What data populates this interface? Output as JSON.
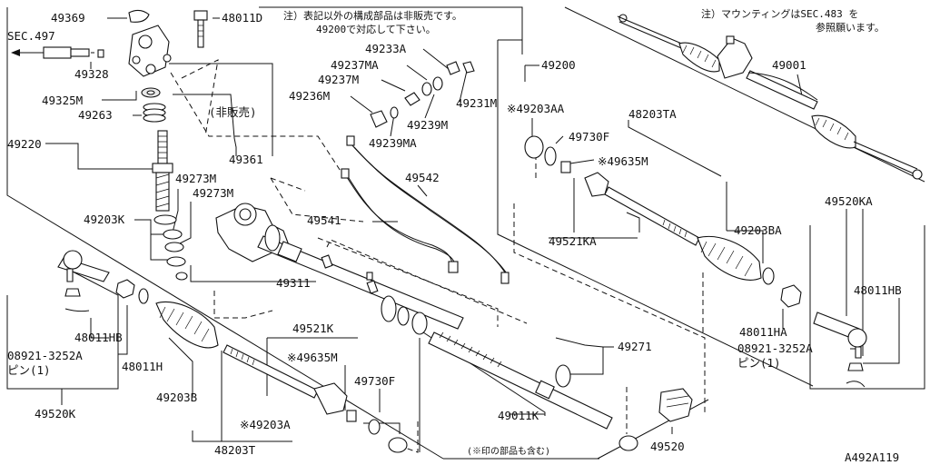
{
  "diagram": {
    "notes": {
      "main_1": "注）表記以外の構成部品は非販売です。",
      "main_2": "49200で対応して下さい。",
      "mount_1": "注）マウンティングはSEC.483 を",
      "mount_2": "参照願います。"
    },
    "labels": {
      "p49369": "49369",
      "p48011D": "48011D",
      "sec497": "SEC.497",
      "p49328": "49328",
      "p49325M": "49325M",
      "p49263": "49263",
      "p49220": "49220",
      "p49233A": "49233A",
      "p49237MA": "49237MA",
      "p49237M": "49237M",
      "p49236M": "49236M",
      "p49231M": "49231M",
      "p49239M": "49239M",
      "p49239MA": "49239MA",
      "hihanbai": "(非販売)",
      "p49361": "49361",
      "p49273M_1": "49273M",
      "p49273M_2": "49273M",
      "p49203K": "49203K",
      "p49542": "49542",
      "p49541": "49541",
      "p49311": "49311",
      "p48011HB_l": "48011HB",
      "p08921_l": "08921-3252A",
      "pin_l": "ピン(1)",
      "p48011H": "48011H",
      "p49520K": "49520K",
      "p49521K": "49521K",
      "p49635M_b": "※49635M",
      "p49730F_b": "49730F",
      "p49203B": "49203B",
      "p49203A": "※49203A",
      "p48203T": "48203T",
      "p49011K": "49011K",
      "inc_note": "(※印の部品も含む)",
      "p49271": "49271",
      "p49520": "49520",
      "p49200": "49200",
      "p49203AA": "※49203AA",
      "p48203TA": "48203TA",
      "p49730F_r": "49730F",
      "p49635M_r": "※49635M",
      "p49521KA": "49521KA",
      "p49203BA": "49203BA",
      "p49001": "49001",
      "p49520KA": "49520KA",
      "p48011HB_r": "48011HB",
      "p48011HA": "48011HA",
      "p08921_r": "08921-3252A",
      "pin_r": "ピン(1)",
      "code": "A492A119"
    }
  }
}
